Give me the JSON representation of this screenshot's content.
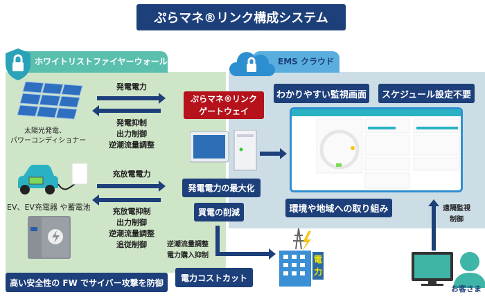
{
  "title": "ぷらマネ®リンク構成システム",
  "firewall": {
    "label": "ホワイトリストファイヤーウォール",
    "feature": "高い安全性の FW でサイバー攻撃を防御"
  },
  "cloud": {
    "label": "EMS クラウド",
    "features": [
      "わかりやすい監視画面",
      "スケジュール設定不要",
      "環境や地域への取り組み"
    ]
  },
  "gateway": {
    "line1": "ぷらマネ®リンク",
    "line2": "ゲートウェイ",
    "benefits": [
      "発電電力の最大化",
      "買電の削減",
      "電力コストカット"
    ]
  },
  "solar": {
    "label1": "太陽光発電、",
    "label2": "パワーコンディショナー",
    "to_gateway": "発電電力",
    "from_gateway": [
      "発電抑制",
      "出力制御",
      "逆潮流量調整"
    ]
  },
  "ev": {
    "label": "EV、EV充電器 や蓄電池",
    "to_gateway": "充放電電力",
    "from_gateway": [
      "充放電抑制",
      "出力制御",
      "逆潮流量調整",
      "追従制御"
    ]
  },
  "utility": {
    "controls": [
      "逆潮流量調整",
      "電力購入抑制"
    ],
    "sign": [
      "電",
      "力"
    ]
  },
  "customer": {
    "label": "お客さま",
    "remote": [
      "遠隔監視",
      "制御"
    ]
  },
  "colors": {
    "navy": "#1d3f7a",
    "red": "#b5121b",
    "green_bg": "#cfe5c8",
    "cloud_bg": "#cddde6",
    "teal": "#5bbfae",
    "sky": "#5aaede"
  }
}
